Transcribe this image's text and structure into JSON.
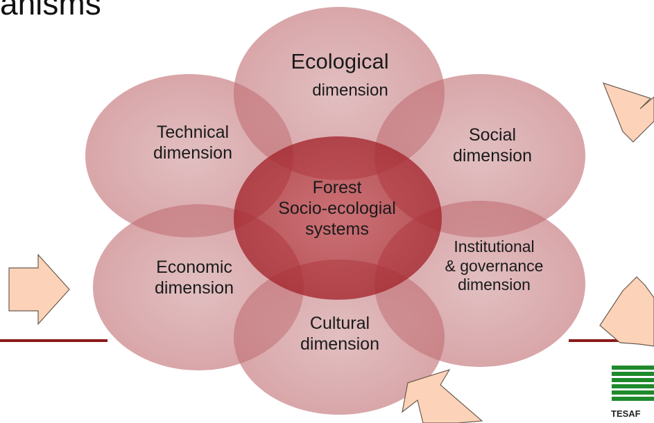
{
  "slide": {
    "title_fragment": "anisms"
  },
  "diagram": {
    "center": {
      "line1": "Forest",
      "line2": "Socio-ecologial",
      "line3": "systems"
    },
    "ecological": {
      "line1": "Ecological",
      "line2": "dimension"
    },
    "social": {
      "line1": "Social",
      "line2": "dimension"
    },
    "institutional": {
      "line1": "Institutional",
      "line2": "& governance",
      "line3": "dimension"
    },
    "cultural": {
      "line1": "Cultural",
      "line2": "dimension"
    },
    "economic": {
      "line1": "Economic",
      "line2": "dimension"
    },
    "technical": {
      "line1": "Technical",
      "line2": "dimension"
    }
  },
  "logo": {
    "text": "TESAF"
  },
  "colors": {
    "petal_fill": "#c77a7e",
    "center_fill": "#b8373d",
    "arrow_fill": "#fcd3b8",
    "arrow_stroke": "#6b5a50",
    "divider": "#8b1a1a",
    "logo_green": "#1f8a2c"
  }
}
